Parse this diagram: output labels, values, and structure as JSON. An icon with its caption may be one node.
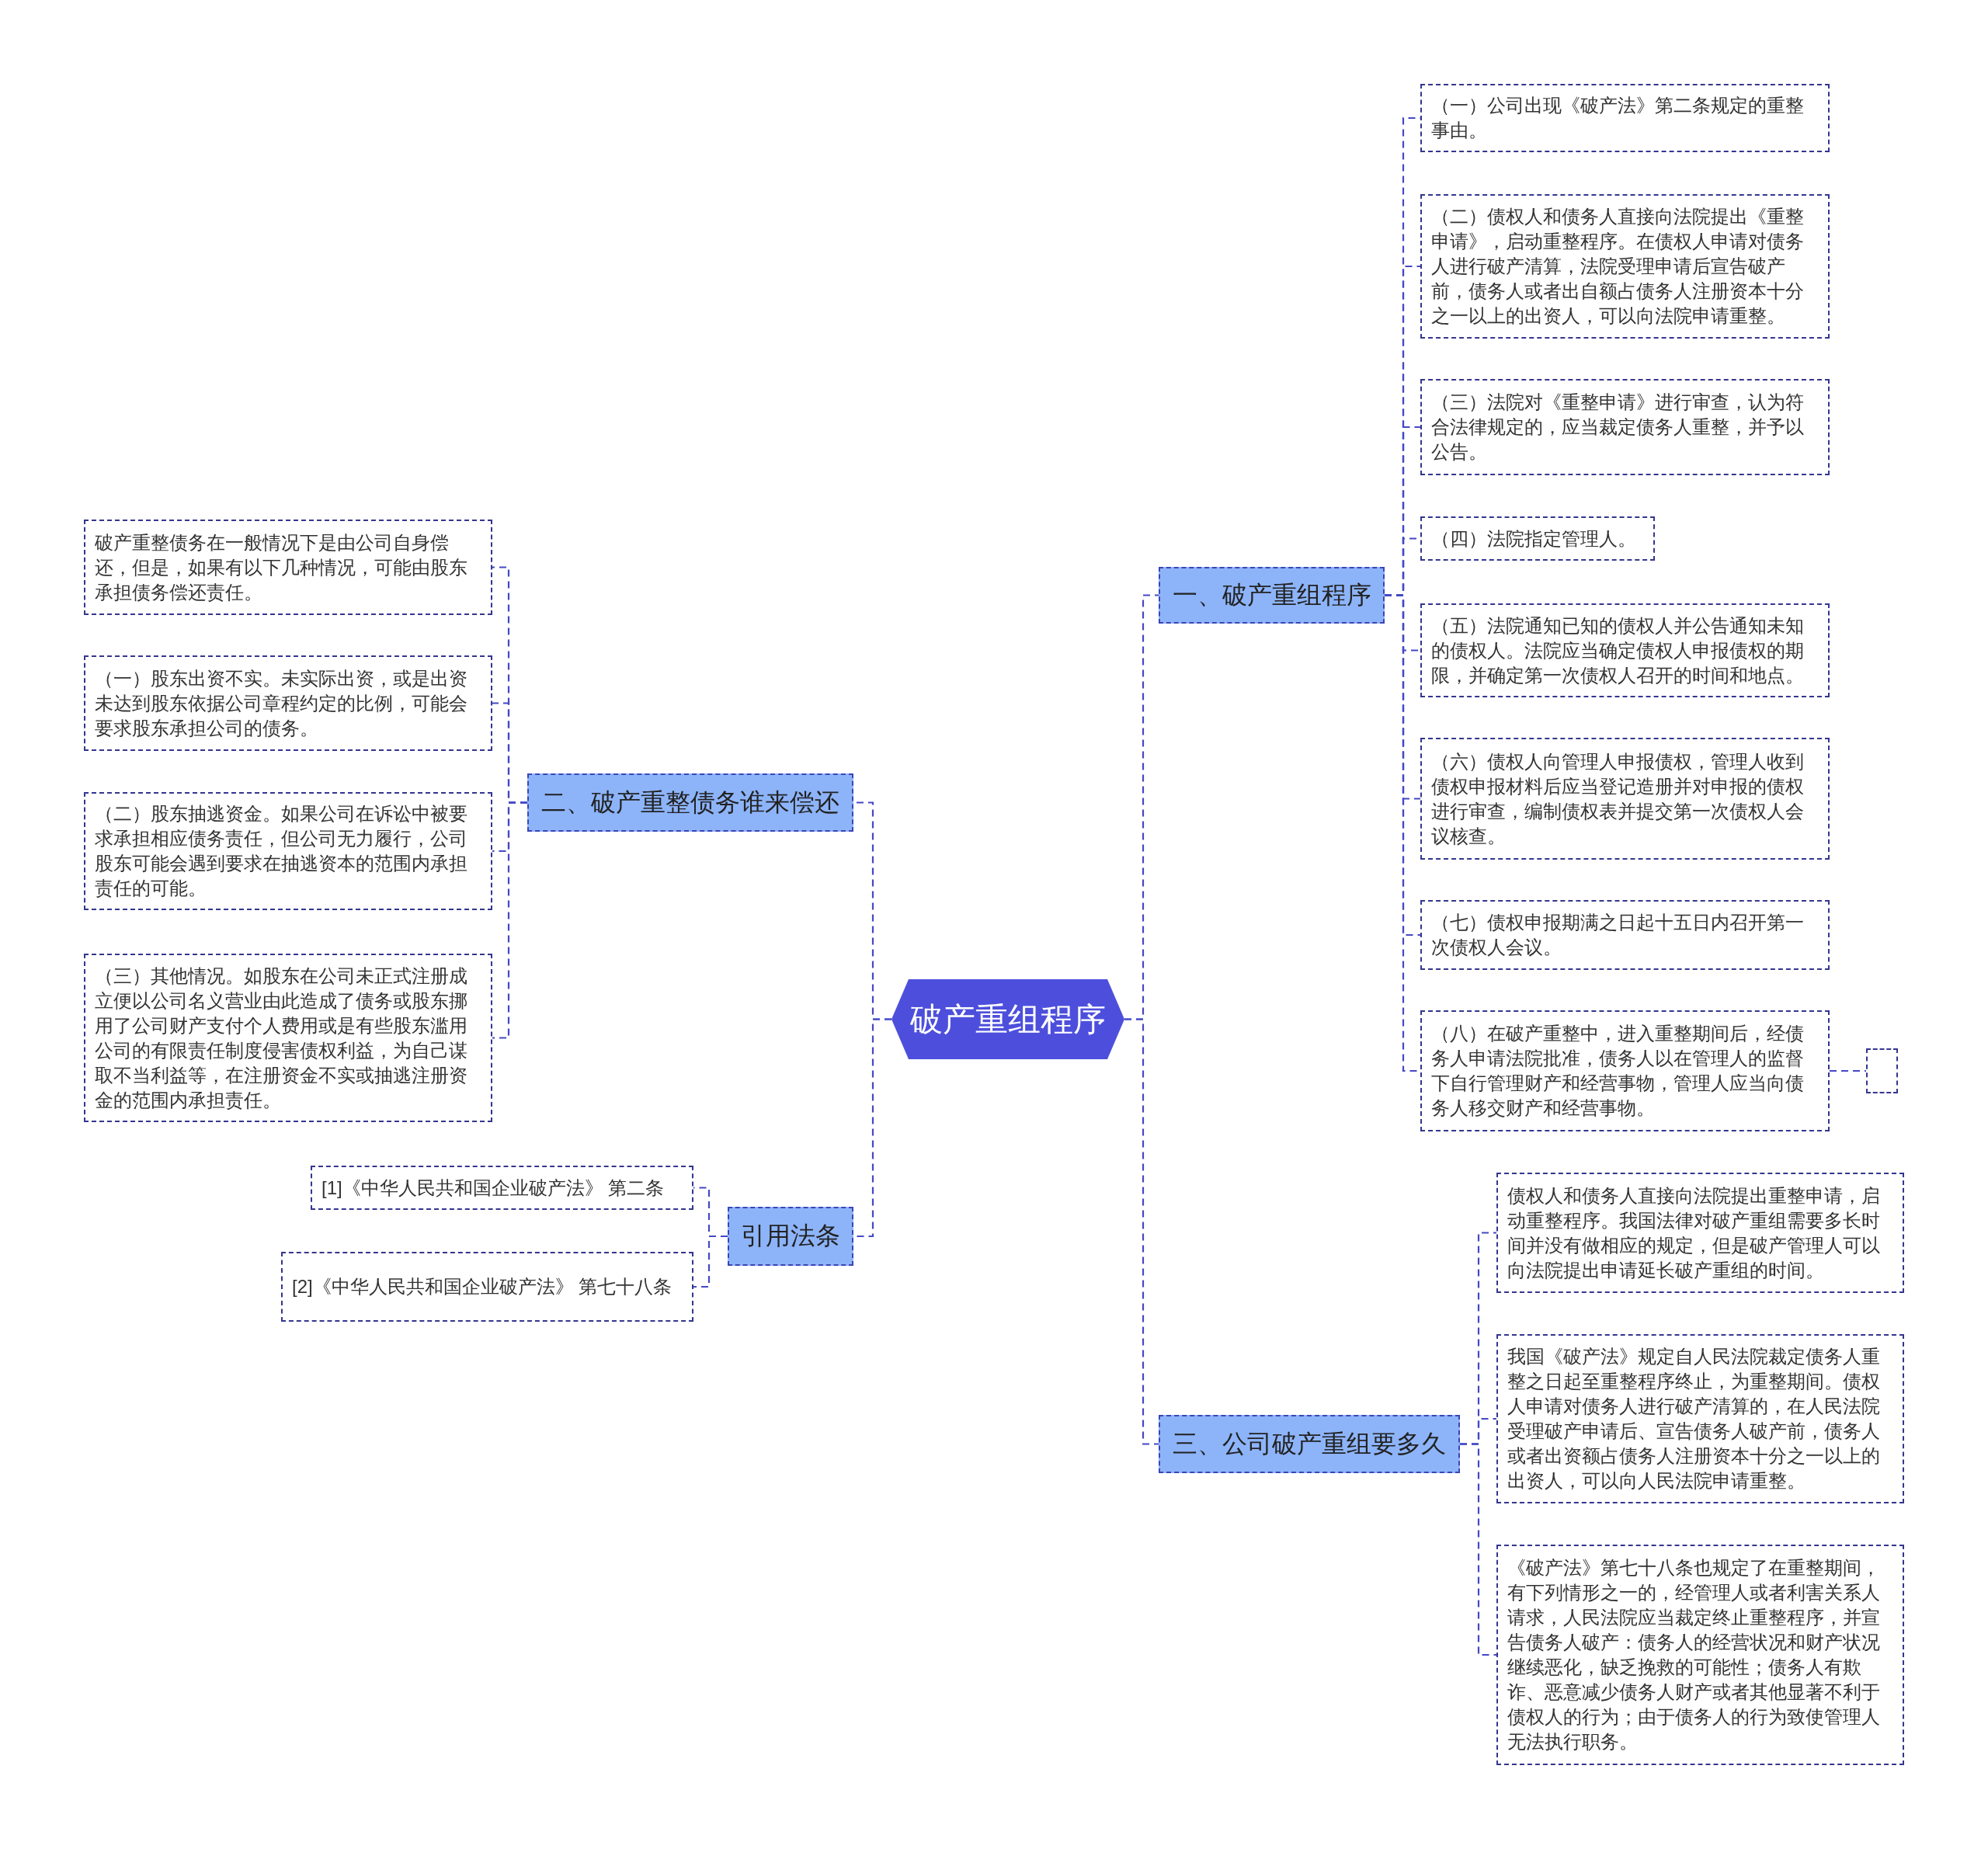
{
  "diagram": {
    "nodes": [
      {
        "text": [
          "破产重组程序"
        ]
      },
      {
        "text": [
          "一、破产重组程序"
        ]
      },
      {
        "text": [
          "（一）公司出现《破产法》第二条规定的重整事由。"
        ]
      },
      {
        "text": [
          "（二）债权人和债务人直接向法院提出《重整申请》，启动重整程序。在债权人申请对债务人进行破产清算，法院受理申请后宣告破产前，债务人或者出自额占债务人注册资本十分之一以上的出资人，可以向法院申请重整。"
        ]
      },
      {
        "text": [
          "（三）法院对《重整申请》进行审查，认为符合法律规定的，应当裁定债务人重整，并予以公告。"
        ]
      },
      {
        "text": [
          "（四）法院指定管理人。"
        ]
      },
      {
        "text": [
          "（五）法院通知已知的债权人并公告通知未知的债权人。法院应当确定债权人申报债权的期限，并确定第一次债权人召开的时间和地点。"
        ]
      },
      {
        "text": [
          "（六）债权人向管理人申报债权，管理人收到债权申报材料后应当登记造册并对申报的债权进行审查，编制债权表并提交第一次债权人会议核查。"
        ]
      },
      {
        "text": [
          "（七）债权申报期满之日起十五日内召开第一次债权人会议。"
        ]
      },
      {
        "text": [
          "（八）在破产重整中，进入重整期间后，经债务人申请法院批准，债务人以在管理人的监督下自行管理财产和经营事物，管理人应当向债务人移交财产和经营事物。"
        ]
      },
      {
        "text": [],
        "shape": "box"
      },
      {
        "text": [
          "二、破产重整债务谁来偿还"
        ]
      },
      {
        "text": [
          "破产重整债务在一般情况下是由公司自身偿还，但是，如果有以下几种情况，可能由股东承担债务偿还责任。"
        ]
      },
      {
        "text": [
          "（一）股东出资不实。未实际出资，或是出资未达到股东依据公司章程约定的比例，可能会要求股东承担公司的债务。"
        ]
      },
      {
        "text": [
          "（二）股东抽逃资金。如果公司在诉讼中被要求承担相应债务责任，但公司无力履行，公司股东可能会遇到要求在抽逃资本的范围内承担责任的可能。"
        ]
      },
      {
        "text": [
          "（三）其他情况。如股东在公司未正式注册成立便以公司名义营业由此造成了债务或股东挪用了公司财产支付个人费用或是有些股东滥用公司的有限责任制度侵害债权利益，为自己谋取不当利益等，在注册资金不实或抽逃注册资金的范围内承担责任。"
        ]
      },
      {
        "text": [
          "引用法条"
        ]
      },
      {
        "text": [
          "[1]《中华人民共和国企业破产法》 第二条"
        ]
      },
      {
        "text": [
          "[2]《中华人民共和国企业破产法》 第七十八条"
        ]
      },
      {
        "text": [
          "三、公司破产重组要多久"
        ]
      },
      {
        "text": [
          "债权人和债务人直接向法院提出重整申请，启动重整程序。我国法律对破产重组需要多长时间并没有做相应的规定，但是破产管理人可以向法院提出申请延长破产重组的时间。"
        ]
      },
      {
        "text": [
          "我国《破产法》规定自人民法院裁定债务人重整之日起至重整程序终止，为重整期间。债权人申请对债务人进行破产清算的，在人民法院受理破产申请后、宣告债务人破产前，债务人或者出资额占债务人注册资本十分之一以上的出资人，可以向人民法院申请重整。"
        ]
      },
      {
        "text": [
          "《破产法》第七十八条也规定了在重整期间，有下列情形之一的，经管理人或者利害关系人请求，人民法院应当裁定终止重整程序，并宣告债务人破产：债务人的经营状况和财产状况继续恶化，缺乏挽救的可能性；债务人有欺诈、恶意减少债务人财产或者其他显著不利于债权人的行为；由于债务人的行为致使管理人无法执行职务。"
        ]
      }
    ],
    "edges": [
      {
        "from": 0,
        "to": 1,
        "arrow": "none"
      },
      {
        "from": 1,
        "to": 2,
        "arrow": "none"
      },
      {
        "from": 1,
        "to": 3,
        "arrow": "none"
      },
      {
        "from": 1,
        "to": 4,
        "arrow": "none"
      },
      {
        "from": 1,
        "to": 5,
        "arrow": "none"
      },
      {
        "from": 1,
        "to": 6,
        "arrow": "none"
      },
      {
        "from": 1,
        "to": 7,
        "arrow": "none"
      },
      {
        "from": 1,
        "to": 8,
        "arrow": "none"
      },
      {
        "from": 1,
        "to": 9,
        "arrow": "none"
      },
      {
        "from": 9,
        "to": 10,
        "arrow": "none"
      },
      {
        "from": 0,
        "to": 11,
        "arrow": "none"
      },
      {
        "from": 11,
        "to": 12,
        "arrow": "none"
      },
      {
        "from": 11,
        "to": 13,
        "arrow": "none"
      },
      {
        "from": 11,
        "to": 14,
        "arrow": "none"
      },
      {
        "from": 11,
        "to": 15,
        "arrow": "none"
      },
      {
        "from": 0,
        "to": 16,
        "arrow": "none"
      },
      {
        "from": 16,
        "to": 17,
        "arrow": "none"
      },
      {
        "from": 16,
        "to": 18,
        "arrow": "none"
      },
      {
        "from": 0,
        "to": 19,
        "arrow": "none"
      },
      {
        "from": 19,
        "to": 20,
        "arrow": "none"
      },
      {
        "from": 19,
        "to": 21,
        "arrow": "none"
      },
      {
        "from": 19,
        "to": 22,
        "arrow": "none"
      }
    ]
  }
}
